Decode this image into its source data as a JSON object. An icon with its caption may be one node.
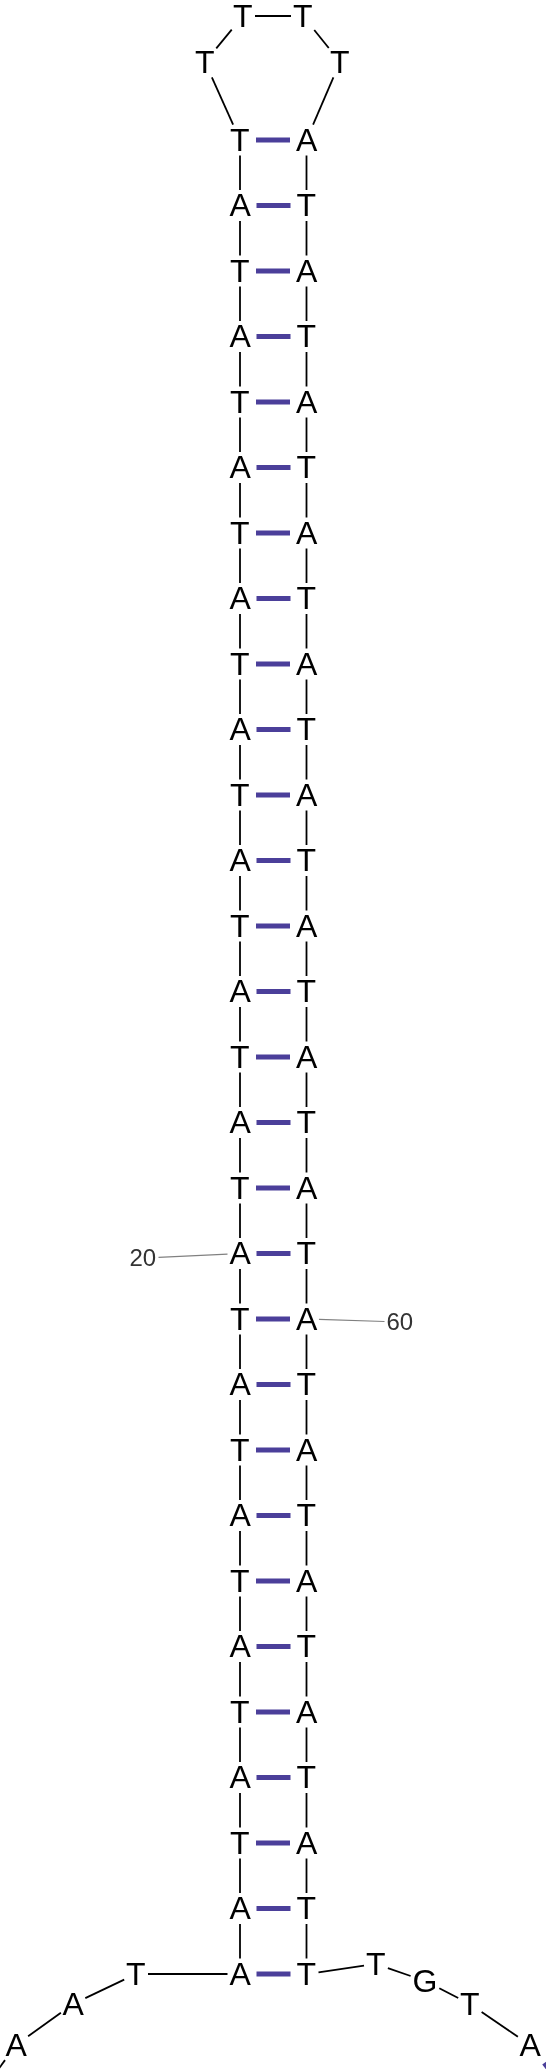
{
  "diagram": {
    "nodes": [
      {
        "text": [
          "A"
        ]
      },
      {
        "text": [
          "A"
        ]
      },
      {
        "text": [
          "T"
        ]
      },
      {
        "text": [
          "A"
        ]
      },
      {
        "text": [
          "A"
        ]
      },
      {
        "text": [
          "T"
        ]
      },
      {
        "text": [
          "A"
        ]
      },
      {
        "text": [
          "T"
        ]
      },
      {
        "text": [
          "A"
        ]
      },
      {
        "text": [
          "T"
        ]
      },
      {
        "text": [
          "A"
        ]
      },
      {
        "text": [
          "T"
        ]
      },
      {
        "text": [
          "A"
        ]
      },
      {
        "text": [
          "T"
        ]
      },
      {
        "text": [
          "A"
        ]
      },
      {
        "text": [
          "T"
        ]
      },
      {
        "text": [
          "A"
        ]
      },
      {
        "text": [
          "T"
        ]
      },
      {
        "text": [
          "A"
        ]
      },
      {
        "text": [
          "T"
        ]
      },
      {
        "text": [
          "A"
        ]
      },
      {
        "text": [
          "T"
        ]
      },
      {
        "text": [
          "A"
        ]
      },
      {
        "text": [
          "T"
        ]
      },
      {
        "text": [
          "A"
        ]
      },
      {
        "text": [
          "T"
        ]
      },
      {
        "text": [
          "A"
        ]
      },
      {
        "text": [
          "T"
        ]
      },
      {
        "text": [
          "A"
        ]
      },
      {
        "text": [
          "T"
        ]
      },
      {
        "text": [
          "A"
        ]
      },
      {
        "text": [
          "T"
        ]
      },
      {
        "text": [
          "T"
        ]
      },
      {
        "text": [
          "T"
        ]
      },
      {
        "text": [
          "T"
        ]
      },
      {
        "text": [
          "T"
        ]
      },
      {
        "text": [
          "A"
        ]
      },
      {
        "text": [
          "T"
        ]
      },
      {
        "text": [
          "A"
        ]
      },
      {
        "text": [
          "T"
        ]
      },
      {
        "text": [
          "A"
        ]
      },
      {
        "text": [
          "T"
        ]
      },
      {
        "text": [
          "A"
        ]
      },
      {
        "text": [
          "T"
        ]
      },
      {
        "text": [
          "A"
        ]
      },
      {
        "text": [
          "T"
        ]
      },
      {
        "text": [
          "A"
        ]
      },
      {
        "text": [
          "T"
        ]
      },
      {
        "text": [
          "A"
        ]
      },
      {
        "text": [
          "T"
        ]
      },
      {
        "text": [
          "A"
        ]
      },
      {
        "text": [
          "T"
        ]
      },
      {
        "text": [
          "A"
        ]
      },
      {
        "text": [
          "T"
        ]
      },
      {
        "text": [
          "A"
        ]
      },
      {
        "text": [
          "T"
        ]
      },
      {
        "text": [
          "A"
        ]
      },
      {
        "text": [
          "T"
        ]
      },
      {
        "text": [
          "A"
        ]
      },
      {
        "text": [
          "T"
        ]
      },
      {
        "text": [
          "A"
        ]
      },
      {
        "text": [
          "T"
        ]
      },
      {
        "text": [
          "A"
        ]
      },
      {
        "text": [
          "T"
        ]
      },
      {
        "text": [
          "T"
        ]
      },
      {
        "text": [
          "T"
        ]
      },
      {
        "text": [
          "G"
        ]
      },
      {
        "text": [
          "T"
        ]
      },
      {
        "text": [
          "A"
        ]
      },
      {
        "text": [
          "20"
        ]
      },
      {
        "text": [
          "60"
        ]
      }
    ],
    "edges": [
      {
        "from": null,
        "to": 0,
        "arrow": "none"
      },
      {
        "from": 0,
        "to": 1,
        "arrow": "none"
      },
      {
        "from": 1,
        "to": 2,
        "arrow": "none"
      },
      {
        "from": 2,
        "to": 3,
        "arrow": "none"
      },
      {
        "from": 3,
        "to": 4,
        "arrow": "none"
      },
      {
        "from": 4,
        "to": 5,
        "arrow": "none"
      },
      {
        "from": 5,
        "to": 6,
        "arrow": "none"
      },
      {
        "from": 6,
        "to": 7,
        "arrow": "none"
      },
      {
        "from": 7,
        "to": 8,
        "arrow": "none"
      },
      {
        "from": 8,
        "to": 9,
        "arrow": "none"
      },
      {
        "from": 9,
        "to": 10,
        "arrow": "none"
      },
      {
        "from": 10,
        "to": 11,
        "arrow": "none"
      },
      {
        "from": 11,
        "to": 12,
        "arrow": "none"
      },
      {
        "from": 12,
        "to": 13,
        "arrow": "none"
      },
      {
        "from": 13,
        "to": 14,
        "arrow": "none"
      },
      {
        "from": 14,
        "to": 15,
        "arrow": "none"
      },
      {
        "from": 15,
        "to": 16,
        "arrow": "none"
      },
      {
        "from": 16,
        "to": 17,
        "arrow": "none"
      },
      {
        "from": 17,
        "to": 18,
        "arrow": "none"
      },
      {
        "from": 18,
        "to": 19,
        "arrow": "none"
      },
      {
        "from": 19,
        "to": 20,
        "arrow": "none"
      },
      {
        "from": 20,
        "to": 21,
        "arrow": "none"
      },
      {
        "from": 21,
        "to": 22,
        "arrow": "none"
      },
      {
        "from": 22,
        "to": 23,
        "arrow": "none"
      },
      {
        "from": 23,
        "to": 24,
        "arrow": "none"
      },
      {
        "from": 24,
        "to": 25,
        "arrow": "none"
      },
      {
        "from": 25,
        "to": 26,
        "arrow": "none"
      },
      {
        "from": 26,
        "to": 27,
        "arrow": "none"
      },
      {
        "from": 27,
        "to": 28,
        "arrow": "none"
      },
      {
        "from": 28,
        "to": 29,
        "arrow": "none"
      },
      {
        "from": 29,
        "to": 30,
        "arrow": "none"
      },
      {
        "from": 30,
        "to": 31,
        "arrow": "none"
      },
      {
        "from": 31,
        "to": 32,
        "arrow": "none"
      },
      {
        "from": 32,
        "to": 33,
        "arrow": "none"
      },
      {
        "from": 33,
        "to": 34,
        "arrow": "none"
      },
      {
        "from": 34,
        "to": 35,
        "arrow": "none"
      },
      {
        "from": 35,
        "to": 36,
        "arrow": "none"
      },
      {
        "from": 36,
        "to": 37,
        "arrow": "none"
      },
      {
        "from": 37,
        "to": 38,
        "arrow": "none"
      },
      {
        "from": 38,
        "to": 39,
        "arrow": "none"
      },
      {
        "from": 39,
        "to": 40,
        "arrow": "none"
      },
      {
        "from": 40,
        "to": 41,
        "arrow": "none"
      },
      {
        "from": 41,
        "to": 42,
        "arrow": "none"
      },
      {
        "from": 42,
        "to": 43,
        "arrow": "none"
      },
      {
        "from": 43,
        "to": 44,
        "arrow": "none"
      },
      {
        "from": 44,
        "to": 45,
        "arrow": "none"
      },
      {
        "from": 45,
        "to": 46,
        "arrow": "none"
      },
      {
        "from": 46,
        "to": 47,
        "arrow": "none"
      },
      {
        "from": 47,
        "to": 48,
        "arrow": "none"
      },
      {
        "from": 48,
        "to": 49,
        "arrow": "none"
      },
      {
        "from": 49,
        "to": 50,
        "arrow": "none"
      },
      {
        "from": 50,
        "to": 51,
        "arrow": "none"
      },
      {
        "from": 51,
        "to": 52,
        "arrow": "none"
      },
      {
        "from": 52,
        "to": 53,
        "arrow": "none"
      },
      {
        "from": 53,
        "to": 54,
        "arrow": "none"
      },
      {
        "from": 54,
        "to": 55,
        "arrow": "none"
      },
      {
        "from": 55,
        "to": 56,
        "arrow": "none"
      },
      {
        "from": 56,
        "to": 57,
        "arrow": "none"
      },
      {
        "from": 57,
        "to": 58,
        "arrow": "none"
      },
      {
        "from": 58,
        "to": 59,
        "arrow": "none"
      },
      {
        "from": 59,
        "to": 60,
        "arrow": "none"
      },
      {
        "from": 60,
        "to": 61,
        "arrow": "none"
      },
      {
        "from": 61,
        "to": 62,
        "arrow": "none"
      },
      {
        "from": 62,
        "to": 63,
        "arrow": "none"
      },
      {
        "from": 63,
        "to": 64,
        "arrow": "none"
      },
      {
        "from": 64,
        "to": 65,
        "arrow": "none"
      },
      {
        "from": 65,
        "to": 66,
        "arrow": "none"
      },
      {
        "from": 66,
        "to": 67,
        "arrow": "none"
      },
      {
        "from": 67,
        "to": 68,
        "arrow": "none"
      },
      {
        "from": 31,
        "to": 36,
        "arrow": "none",
        "style": "thick",
        "color": "#4b3f9a"
      },
      {
        "from": 30,
        "to": 37,
        "arrow": "none",
        "style": "thick",
        "color": "#4b3f9a"
      },
      {
        "from": 29,
        "to": 38,
        "arrow": "none",
        "style": "thick",
        "color": "#4b3f9a"
      },
      {
        "from": 28,
        "to": 39,
        "arrow": "none",
        "style": "thick",
        "color": "#4b3f9a"
      },
      {
        "from": 27,
        "to": 40,
        "arrow": "none",
        "style": "thick",
        "color": "#4b3f9a"
      },
      {
        "from": 26,
        "to": 41,
        "arrow": "none",
        "style": "thick",
        "color": "#4b3f9a"
      },
      {
        "from": 25,
        "to": 42,
        "arrow": "none",
        "style": "thick",
        "color": "#4b3f9a"
      },
      {
        "from": 24,
        "to": 43,
        "arrow": "none",
        "style": "thick",
        "color": "#4b3f9a"
      },
      {
        "from": 23,
        "to": 44,
        "arrow": "none",
        "style": "thick",
        "color": "#4b3f9a"
      },
      {
        "from": 22,
        "to": 45,
        "arrow": "none",
        "style": "thick",
        "color": "#4b3f9a"
      },
      {
        "from": 21,
        "to": 46,
        "arrow": "none",
        "style": "thick",
        "color": "#4b3f9a"
      },
      {
        "from": 20,
        "to": 47,
        "arrow": "none",
        "style": "thick",
        "color": "#4b3f9a"
      },
      {
        "from": 19,
        "to": 48,
        "arrow": "none",
        "style": "thick",
        "color": "#4b3f9a"
      },
      {
        "from": 18,
        "to": 49,
        "arrow": "none",
        "style": "thick",
        "color": "#4b3f9a"
      },
      {
        "from": 17,
        "to": 50,
        "arrow": "none",
        "style": "thick",
        "color": "#4b3f9a"
      },
      {
        "from": 16,
        "to": 51,
        "arrow": "none",
        "style": "thick",
        "color": "#4b3f9a"
      },
      {
        "from": 15,
        "to": 52,
        "arrow": "none",
        "style": "thick",
        "color": "#4b3f9a"
      },
      {
        "from": 14,
        "to": 53,
        "arrow": "none",
        "style": "thick",
        "color": "#4b3f9a"
      },
      {
        "from": 13,
        "to": 54,
        "arrow": "none",
        "style": "thick",
        "color": "#4b3f9a"
      },
      {
        "from": 12,
        "to": 55,
        "arrow": "none",
        "style": "thick",
        "color": "#4b3f9a"
      },
      {
        "from": 11,
        "to": 56,
        "arrow": "none",
        "style": "thick",
        "color": "#4b3f9a"
      },
      {
        "from": 10,
        "to": 57,
        "arrow": "none",
        "style": "thick",
        "color": "#4b3f9a"
      },
      {
        "from": 9,
        "to": 58,
        "arrow": "none",
        "style": "thick",
        "color": "#4b3f9a"
      },
      {
        "from": 8,
        "to": 59,
        "arrow": "none",
        "style": "thick",
        "color": "#4b3f9a"
      },
      {
        "from": 7,
        "to": 60,
        "arrow": "none",
        "style": "thick",
        "color": "#4b3f9a"
      },
      {
        "from": 6,
        "to": 61,
        "arrow": "none",
        "style": "thick",
        "color": "#4b3f9a"
      },
      {
        "from": 5,
        "to": 62,
        "arrow": "none",
        "style": "thick",
        "color": "#4b3f9a"
      },
      {
        "from": 4,
        "to": 63,
        "arrow": "none",
        "style": "thick",
        "color": "#4b3f9a"
      },
      {
        "from": 3,
        "to": 64,
        "arrow": "none",
        "style": "thick",
        "color": "#4b3f9a"
      },
      {
        "from": 68,
        "to": null,
        "arrow": "none",
        "style": "thick",
        "color": "#4b3f9a"
      },
      {
        "from": 69,
        "to": 14,
        "arrow": "none",
        "color": "#808080"
      },
      {
        "from": 70,
        "to": 54,
        "arrow": "none",
        "color": "#808080"
      }
    ]
  }
}
